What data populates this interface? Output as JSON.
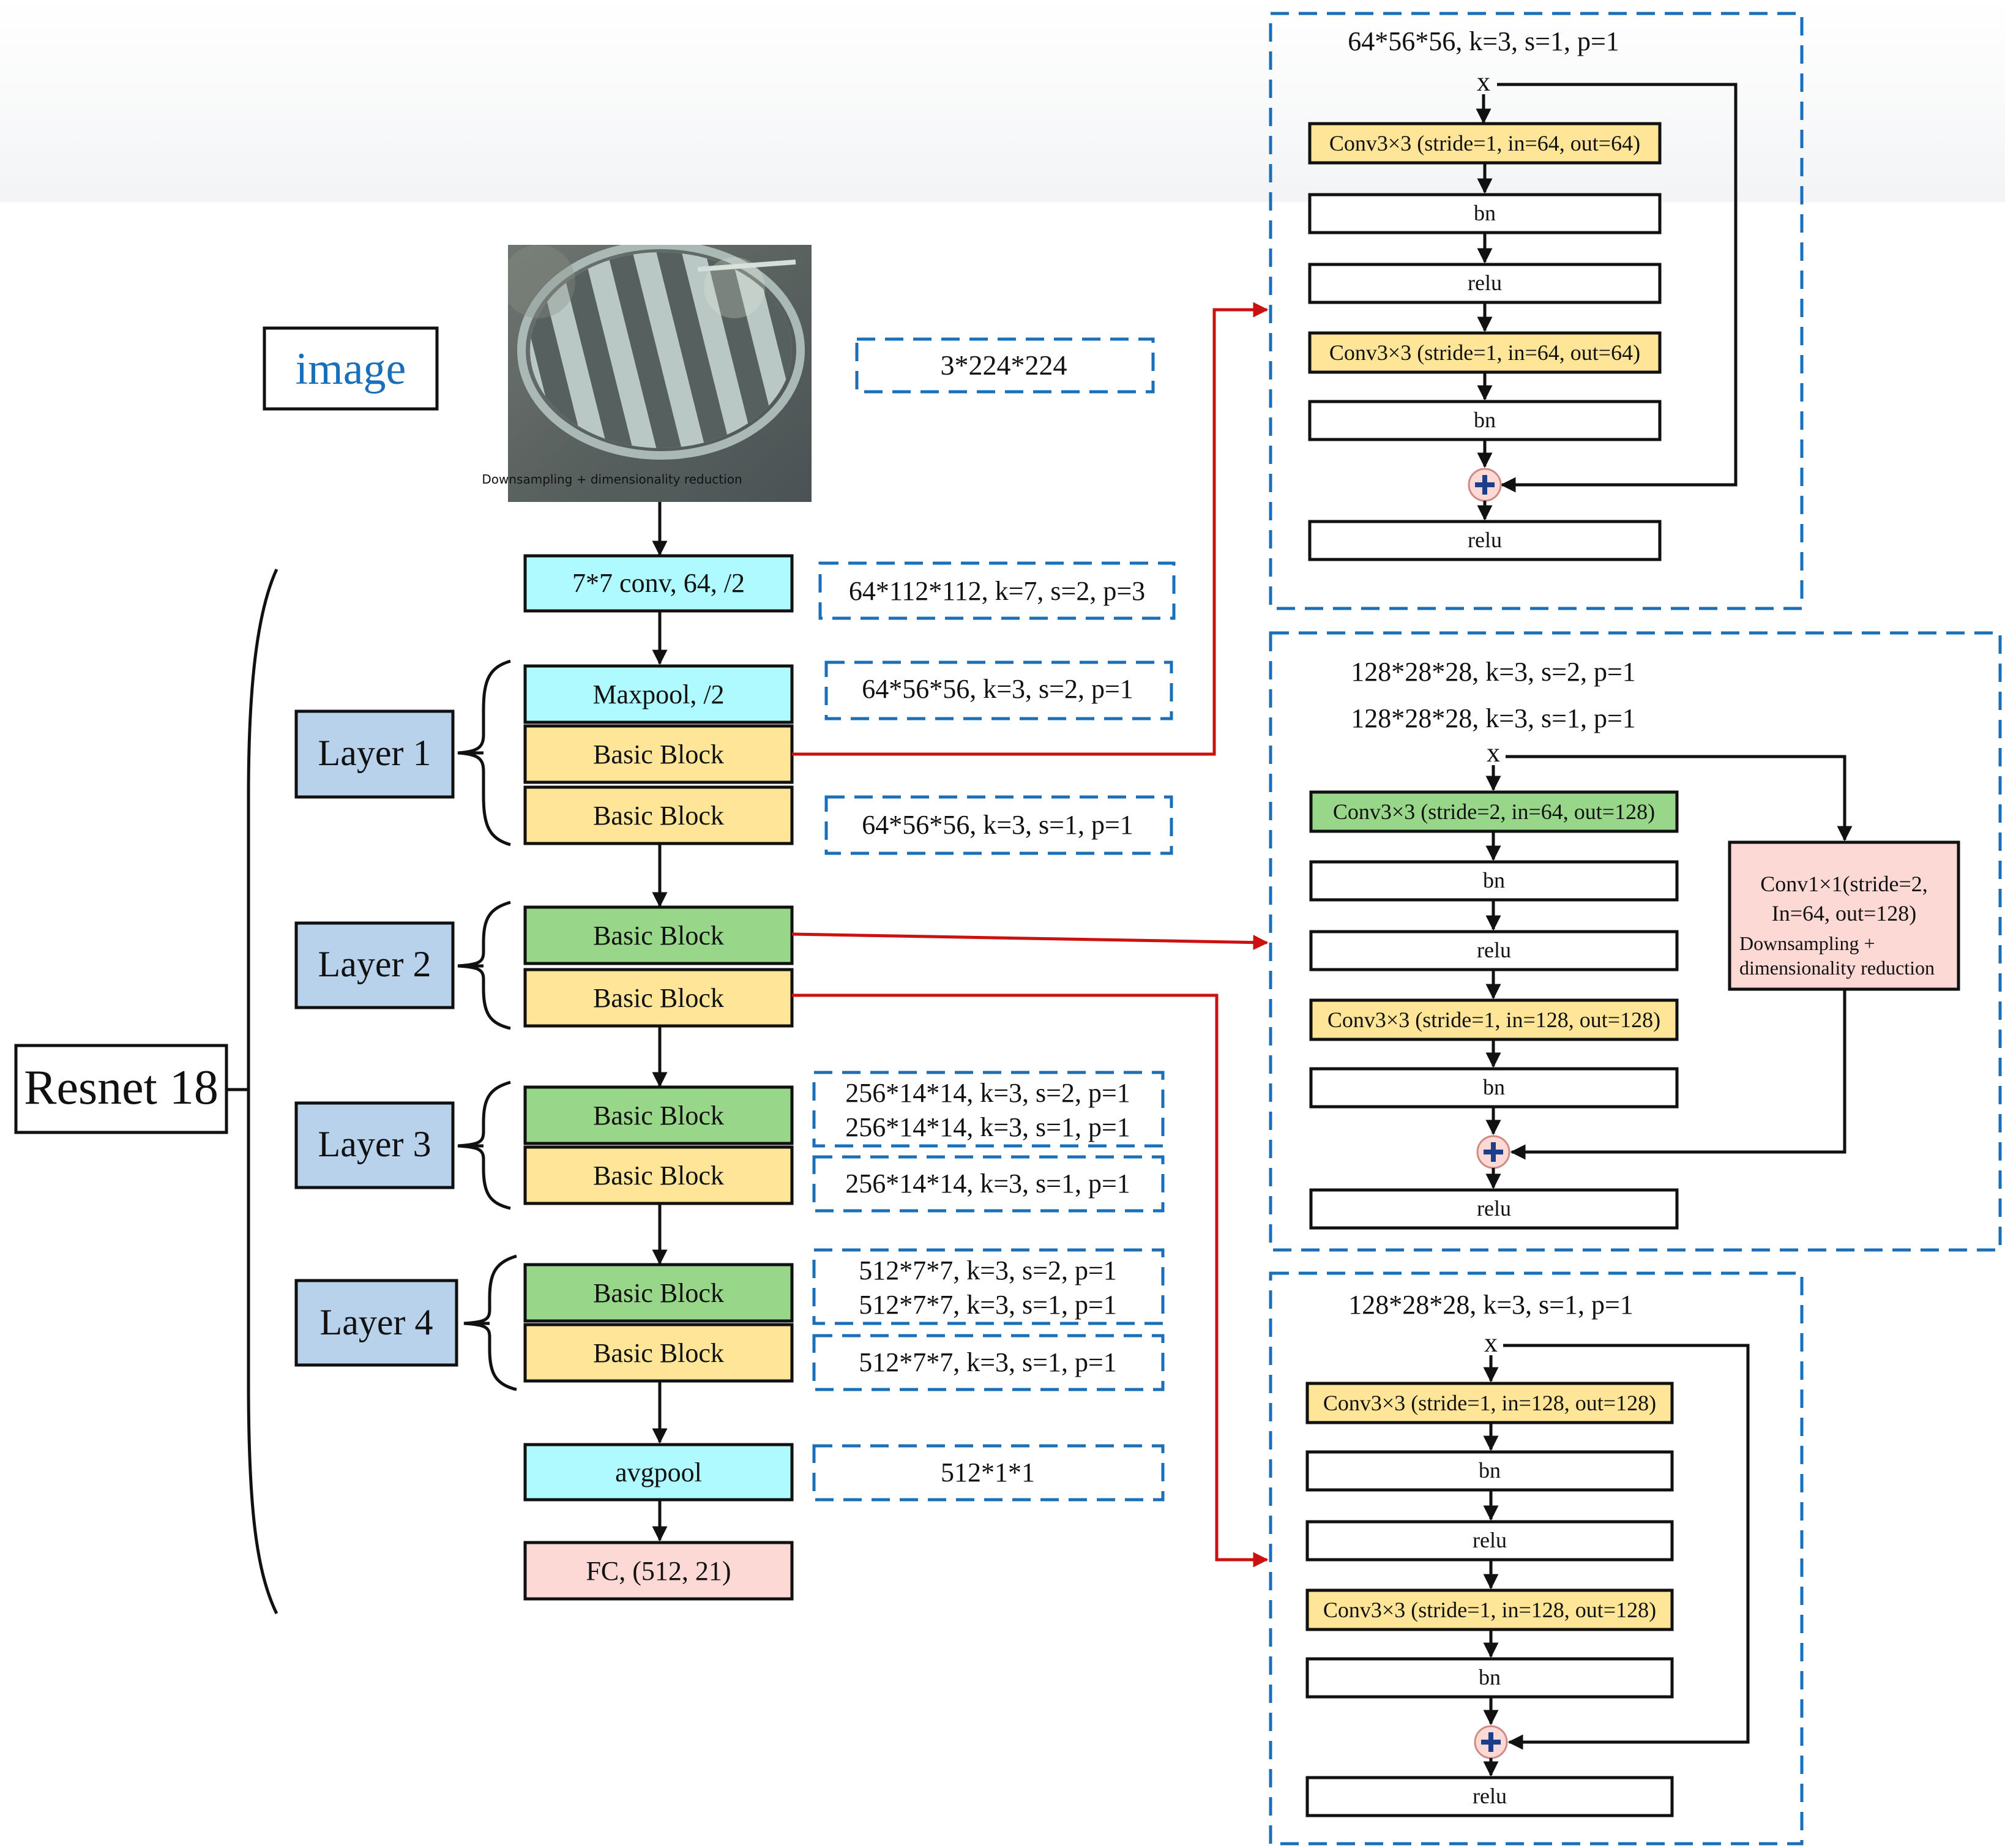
{
  "colors": {
    "cyan": "#aefaff",
    "yellow": "#ffe597",
    "green": "#98d68a",
    "layer_blue": "#b9d2ec",
    "pink": "#fcd9d5",
    "dashed_blue": "#1a6fb8",
    "red_arrow": "#cc1111",
    "plus_blue": "#1c3f8c"
  },
  "main": {
    "title": "Resnet 18",
    "image_label": "image",
    "image_caption": "Downsampling + dimensionality reduction",
    "conv": "7*7 conv, 64, /2",
    "maxpool": "Maxpool, /2",
    "basic_block": "Basic Block",
    "avgpool": "avgpool",
    "fc": "FC, (512, 21)",
    "layers": [
      "Layer 1",
      "Layer 2",
      "Layer 3",
      "Layer 4"
    ]
  },
  "dims": {
    "input": "3*224*224",
    "conv": "64*112*112, k=7, s=2, p=3",
    "maxpool": "64*56*56, k=3, s=2, p=1",
    "layer1_block2": "64*56*56, k=3, s=1, p=1",
    "layer3_block1_a": "256*14*14, k=3, s=2, p=1",
    "layer3_block1_b": "256*14*14, k=3, s=1, p=1",
    "layer3_block2": "256*14*14, k=3, s=1, p=1",
    "layer4_block1_a": "512*7*7, k=3, s=2, p=1",
    "layer4_block1_b": "512*7*7, k=3, s=1, p=1",
    "layer4_block2": "512*7*7, k=3, s=1, p=1",
    "avgpool": "512*1*1"
  },
  "panels": {
    "top": {
      "title": "64*56*56, k=3, s=1, p=1",
      "x": "x",
      "conv_a": "Conv3×3 (stride=1, in=64, out=64)",
      "conv_b": "Conv3×3 (stride=1, in=64, out=64)",
      "bn": "bn",
      "relu": "relu"
    },
    "middle": {
      "title_1": "128*28*28, k=3, s=2, p=1",
      "title_2": "128*28*28, k=3, s=1, p=1",
      "x": "x",
      "conv_a": "Conv3×3 (stride=2, in=64, out=128)",
      "conv_b": "Conv3×3 (stride=1, in=128, out=128)",
      "bn": "bn",
      "relu": "relu",
      "shortcut_1": "Conv1×1(stride=2,",
      "shortcut_2": "In=64, out=128)",
      "shortcut_3": "Downsampling +",
      "shortcut_4": "dimensionality reduction"
    },
    "bottom": {
      "title": "128*28*28, k=3, s=1, p=1",
      "x": "x",
      "conv_a": "Conv3×3 (stride=1, in=128, out=128)",
      "conv_b": "Conv3×3 (stride=1, in=128, out=128)",
      "bn": "bn",
      "relu": "relu"
    }
  }
}
